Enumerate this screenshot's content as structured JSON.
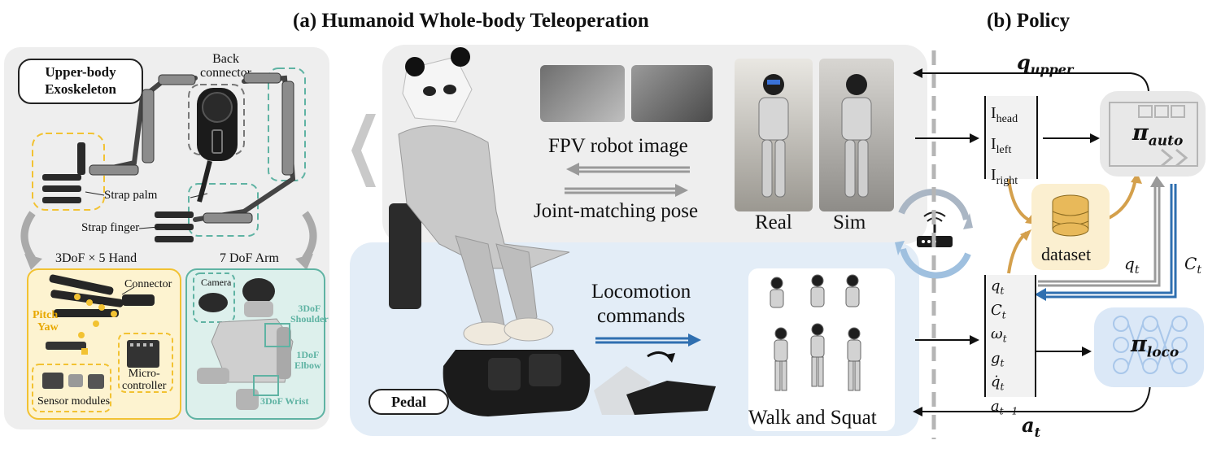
{
  "titles": {
    "a": "(a) Humanoid Whole-body Teleoperation",
    "b": "(b) Policy"
  },
  "exo": {
    "title_line1": "Upper-body",
    "title_line2": "Exoskeleton",
    "back_connector_line1": "Back",
    "back_connector_line2": "connector",
    "strap_palm": "Strap palm",
    "strap_finger": "Strap finger",
    "hand_title": "3DoF × 5 Hand",
    "arm_title": "7 DoF Arm",
    "connector": "Connector",
    "pitch": "Pitch",
    "yaw": "Yaw",
    "micro_line1": "Micro-",
    "micro_line2": "controller",
    "sensor_modules": "Sensor modules",
    "camera": "Camera",
    "shoulder_line1": "3DoF",
    "shoulder_line2": "Shoulder",
    "elbow_line1": "1DoF",
    "elbow_line2": "Elbow",
    "wrist": "3DoF Wrist"
  },
  "teleop": {
    "fpv_label": "FPV robot image",
    "joint_label": "Joint-matching pose",
    "real_label": "Real",
    "sim_label": "Sim",
    "pedal_label": "Pedal",
    "locomotion_line1": "Locomotion",
    "locomotion_line2": "commands",
    "walk_squat_label": "Walk and Squat"
  },
  "policy": {
    "q_upper": "q",
    "q_upper_sub": "upper",
    "image_inputs": [
      {
        "base": "I",
        "sub": "head"
      },
      {
        "base": "I",
        "sub": "left"
      },
      {
        "base": "I",
        "sub": "right"
      }
    ],
    "pi_auto": "π",
    "pi_auto_sub": "auto",
    "dataset_label": "dataset",
    "qt_label": "q",
    "qt_sub": "t",
    "ct_label": "C",
    "ct_sub": "t",
    "state_inputs": [
      {
        "base": "q",
        "sub": "t"
      },
      {
        "base": "C",
        "sub": "t"
      },
      {
        "base": "ω",
        "sub": "t"
      },
      {
        "base": "g",
        "sub": "t"
      },
      {
        "base": "q̇",
        "sub": "t"
      },
      {
        "base": "a",
        "sub": "t−1"
      }
    ],
    "pi_loco": "π",
    "pi_loco_sub": "loco",
    "a_t": "a",
    "a_t_sub": "t"
  },
  "colors": {
    "gray_panel": "#eeeeee",
    "blue_panel": "#e3edf7",
    "yellow_box": "#fdf3d0",
    "yellow_border": "#f2c232",
    "teal_box": "#ddf0ec",
    "teal_border": "#5fb3a3",
    "gold_arrow": "#d4a04c",
    "blue_arrow": "#2f6fb0",
    "pi_loco_bg": "#dbe8f7"
  }
}
